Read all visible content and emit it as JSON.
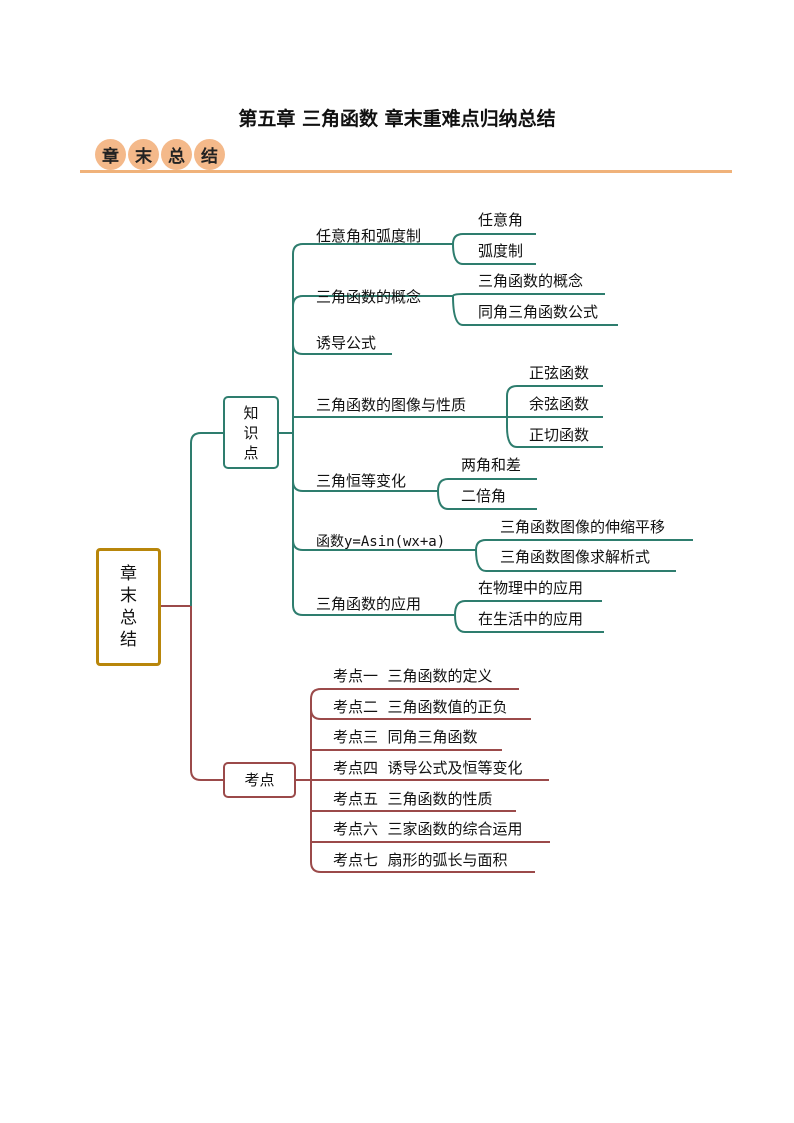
{
  "title": "第五章 三角函数 章末重难点归纳总结",
  "badges": [
    "章",
    "末",
    "总",
    "结"
  ],
  "colors": {
    "teal": "#2e7d6e",
    "maroon": "#9b4a4a",
    "gold": "#b8860b",
    "badge": "#f4b98a",
    "rule": "#f0b27a"
  },
  "root": {
    "chars": [
      "章",
      "末",
      "总",
      "结"
    ]
  },
  "knowledge": {
    "chars": [
      "知",
      "识",
      "点"
    ],
    "topics": [
      {
        "label": "任意角和弧度制",
        "children": [
          "任意角",
          "弧度制"
        ]
      },
      {
        "label": "三角函数的概念",
        "children": [
          "三角函数的概念",
          "同角三角函数公式"
        ]
      },
      {
        "label": "诱导公式",
        "children": []
      },
      {
        "label": "三角函数的图像与性质",
        "children": [
          "正弦函数",
          "余弦函数",
          "正切函数"
        ]
      },
      {
        "label": "三角恒等变化",
        "children": [
          "两角和差",
          "二倍角"
        ]
      },
      {
        "label": "函数y=Asin(wx+a)",
        "children": [
          "三角函数图像的伸缩平移",
          "三角函数图像求解析式"
        ]
      },
      {
        "label": "三角函数的应用",
        "children": [
          "在物理中的应用",
          "在生活中的应用"
        ]
      }
    ]
  },
  "exam": {
    "label": "考点",
    "items": [
      "考点一  三角函数的定义",
      "考点二  三角函数值的正负",
      "考点三  同角三角函数",
      "考点四  诱导公式及恒等变化",
      "考点五  三角函数的性质",
      "考点六  三家函数的综合运用",
      "考点七  扇形的弧长与面积"
    ]
  }
}
